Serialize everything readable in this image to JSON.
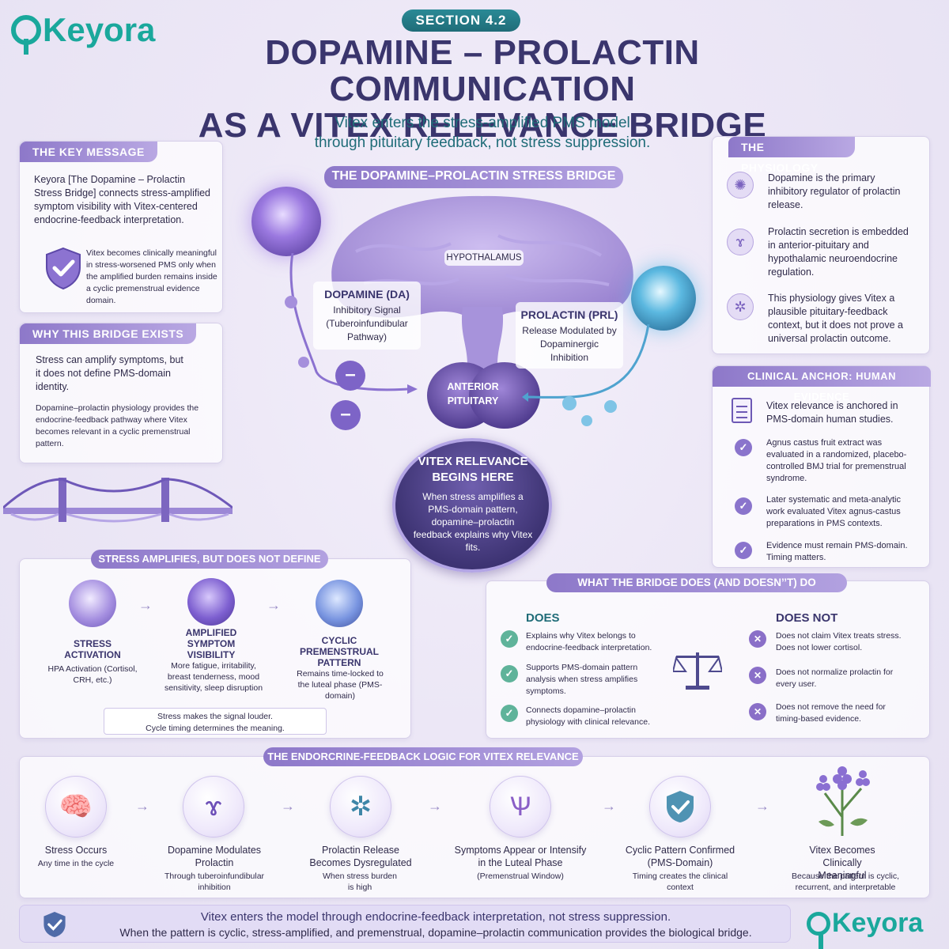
{
  "brand": {
    "name": "Keyora"
  },
  "header": {
    "section": "SECTION 4.2",
    "title_line1": "DOPAMINE – PROLACTIN COMMUNICATION",
    "title_line2": "AS A VITEX RELEVANCE BRIDGE",
    "subtitle_line1": "Vitex enters the stress-amplified PMS model",
    "subtitle_line2": "through pituitary feedback, not stress suppression."
  },
  "key_message": {
    "heading": "THE KEY MESSAGE",
    "body": "Keyora [The Dopamine – Prolactin Stress Bridge] connects stress-amplified symptom visibility with Vitex-centered endocrine-feedback interpretation.",
    "note": "Vitex becomes clinically meaningful in stress-worsened PMS only when the amplified burden remains inside a cyclic premenstrual evidence domain."
  },
  "why_bridge": {
    "heading": "WHY THIS BRIDGE EXISTS",
    "para1": "Stress can amplify symptoms, but it does not define PMS-domain identity.",
    "para2": "Dopamine–prolactin physiology provides the endocrine-feedback pathway where Vitex becomes relevant in a cyclic premenstrual pattern."
  },
  "center": {
    "heading": "THE DOPAMINE–PROLACTIN STRESS BRIDGE",
    "hypothalamus": "HYPOTHALAMUS",
    "dopamine_title": "DOPAMINE (DA)",
    "dopamine_sub": "Inhibitory Signal (Tuberoinfundibular Pathway)",
    "prolactin_title": "PROLACTIN (PRL)",
    "prolactin_sub": "Release Modulated by Dopaminergic Inhibition",
    "pituitary": "ANTERIOR PITUITARY",
    "minus": "–",
    "relevance_title": "VITEX RELEVANCE BEGINS HERE",
    "relevance_body": "When stress amplifies a PMS-domain pattern, dopamine–prolactin feedback explains why Vitex fits."
  },
  "physiology": {
    "heading": "THE PHYSIOLOGY",
    "items": [
      {
        "icon": "brain-icon",
        "text": "Dopamine is the primary inhibitory regulator of prolactin release."
      },
      {
        "icon": "pituitary-icon",
        "text": "Prolactin secretion is embedded in anterior-pituitary and hypothalamic neuroendocrine regulation."
      },
      {
        "icon": "molecule-icon",
        "text": "This physiology gives Vitex a plausible pituitary-feedback context, but it does not prove a universal prolactin outcome."
      }
    ]
  },
  "clinical": {
    "heading": "CLINICAL ANCHOR: HUMAN EVIDENCE",
    "items": [
      "Vitex relevance is anchored in PMS-domain human studies.",
      "Agnus castus fruit extract was evaluated in a randomized, placebo-controlled BMJ trial for premenstrual syndrome.",
      "Later systematic and meta-analytic work evaluated Vitex agnus-castus preparations in PMS contexts.",
      "Evidence must remain PMS-domain. Timing matters."
    ]
  },
  "stress": {
    "heading": "STRESS AMPLIFIES, BUT DOES NOT DEFINE",
    "steps": [
      {
        "title": "STRESS ACTIVATION",
        "sub": "HPA Activation (Cortisol, CRH, etc.)"
      },
      {
        "title": "AMPLIFIED SYMPTOM VISIBILITY",
        "sub": "More fatigue, irritability, breast tenderness, mood sensitivity, sleep disruption"
      },
      {
        "title": "CYCLIC PREMENSTRUAL PATTERN",
        "sub": "Remains time-locked to the luteal phase (PMS-domain)"
      }
    ],
    "foot_line1": "Stress makes the signal louder.",
    "foot_line2": "Cycle timing determines the meaning."
  },
  "bridge_does": {
    "heading": "WHAT THE BRIDGE DOES (AND DOESN’’T) DO",
    "does_title": "DOES",
    "does": [
      "Explains why Vitex belongs to endocrine-feedback interpretation.",
      "Supports PMS-domain pattern analysis when stress amplifies symptoms.",
      "Connects dopamine–prolactin physiology with clinical relevance."
    ],
    "not_title": "DOES NOT",
    "not": [
      "Does not claim Vitex treats stress. Does not lower cortisol.",
      "Does not normalize prolactin for every user.",
      "Does not remove the need for timing-based evidence."
    ]
  },
  "logic": {
    "heading": "THE ENDORCRINE-FEEDBACK LOGIC FOR VITEX RELEVANCE",
    "steps": [
      {
        "icon": "brain-icon",
        "title": "Stress Occurs",
        "sub": "Any time in the cycle"
      },
      {
        "icon": "pituitary-icon",
        "title": "Dopamine Modulates Prolactin",
        "sub": "Through tuberoinfundibular inhibition"
      },
      {
        "icon": "molecule-icon",
        "title": "Prolactin Release Becomes Dysregulated",
        "sub": "When stress burden is high"
      },
      {
        "icon": "uterus-icon",
        "title": "Symptoms Appear or Intensify in the Luteal Phase",
        "sub": "(Premenstrual Window)"
      },
      {
        "icon": "shield-check-icon",
        "title": "Cyclic Pattern Confirmed (PMS-Domain)",
        "sub": "Timing creates the clinical context"
      },
      {
        "icon": "vitex-flower-icon",
        "title": "Vitex Becomes Clinically Meaningful",
        "sub": "Because the pattern is cyclic, recurrent, and interpretable"
      }
    ]
  },
  "footer": {
    "line1": "Vitex enters the model through endocrine-feedback interpretation, not stress suppression.",
    "line2": "When the pattern is cyclic, stress-amplified, and premenstrual, dopamine–prolactin communication provides the biological bridge."
  },
  "colors": {
    "teal": "#1aa89c",
    "navy": "#3a356d",
    "lavender": "#8d78c9"
  }
}
